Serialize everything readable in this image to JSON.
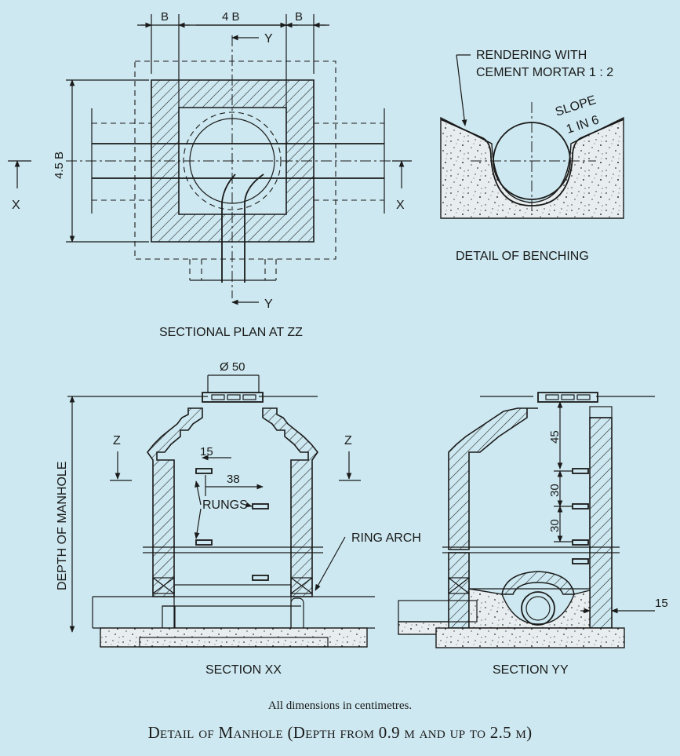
{
  "plan": {
    "title": "SECTIONAL PLAN AT ZZ",
    "dim_b_left": "B",
    "dim_4b": "4 B",
    "dim_b_right": "B",
    "dim_height": "4.5 B",
    "section_y_top": "Y",
    "section_y_bottom": "Y",
    "section_x_left": "X",
    "section_x_right": "X"
  },
  "benching": {
    "title": "DETAIL OF BENCHING",
    "rendering_note_line1": "RENDERING WITH",
    "rendering_note_line2": "CEMENT MORTAR 1 : 2",
    "slope_line1": "SLOPE",
    "slope_line2": "1 IN 6"
  },
  "section_xx": {
    "title": "SECTION XX",
    "cover_dia": "Ø 50",
    "depth_label": "DEPTH OF MANHOLE",
    "z_left": "Z",
    "z_right": "Z",
    "dim_15": "15",
    "dim_38": "38",
    "rungs_label": "RUNGS",
    "ring_arch_label": "RING ARCH"
  },
  "section_yy": {
    "title": "SECTION YY",
    "dim_45": "45",
    "dim_30a": "30",
    "dim_30b": "30",
    "dim_15": "15"
  },
  "notes": {
    "units": "All dimensions in centimetres.",
    "caption": "Detail of Manhole (Depth from 0.9 m and up to 2.5 m)"
  }
}
